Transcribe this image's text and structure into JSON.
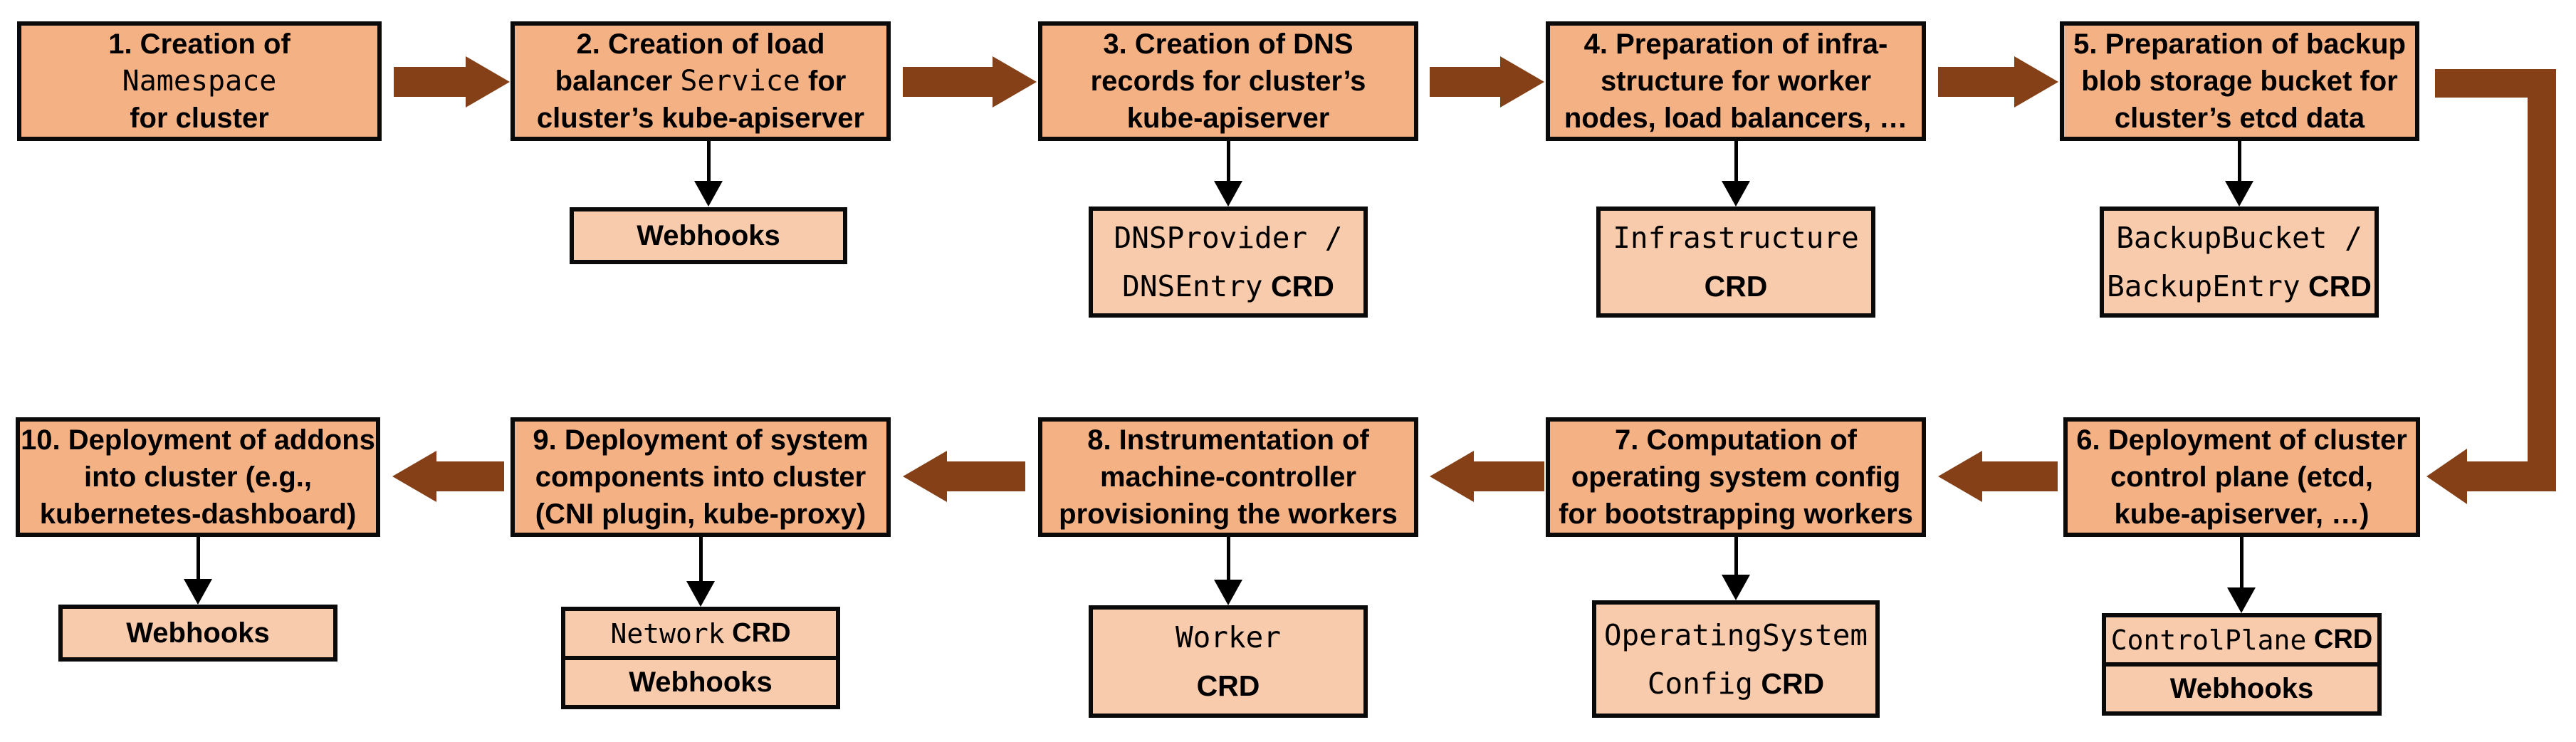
{
  "diagram": {
    "description": "Cluster creation flow in 10 steps with extension CRDs and webhooks",
    "colors": {
      "step_box_fill": "#F4B183",
      "sub_box_fill": "#F8CBAD",
      "border": "#0A0A0A",
      "flow_arrow": "#854018",
      "connector_arrow": "#000000"
    },
    "steps": [
      {
        "id": 1,
        "lines": [
          {
            "pre": "1. Creation of"
          },
          {
            "mono": "Namespace"
          },
          {
            "pre": "for cluster"
          }
        ],
        "sub": null
      },
      {
        "id": 2,
        "lines": [
          {
            "pre": "2. Creation of load"
          },
          {
            "pre": "balancer ",
            "mono": "Service",
            "post": " for"
          },
          {
            "pre": "cluster’s kube-apiserver"
          }
        ],
        "sub": {
          "type": "webhooks",
          "label": "Webhooks"
        }
      },
      {
        "id": 3,
        "lines": [
          {
            "pre": "3. Creation of DNS"
          },
          {
            "pre": "records for cluster’s"
          },
          {
            "pre": "kube-apiserver"
          }
        ],
        "sub": {
          "type": "crd",
          "rows": [
            {
              "mono": "DNSProvider /"
            },
            {
              "mono": "DNSEntry",
              "crd": " CRD"
            }
          ]
        }
      },
      {
        "id": 4,
        "lines": [
          {
            "pre": "4. Preparation of infra-"
          },
          {
            "pre": "structure for worker"
          },
          {
            "pre": "nodes, load balancers, …"
          }
        ],
        "sub": {
          "type": "crd",
          "rows": [
            {
              "mono": "Infrastructure"
            },
            {
              "crd": "CRD"
            }
          ]
        }
      },
      {
        "id": 5,
        "lines": [
          {
            "pre": "5. Preparation of backup"
          },
          {
            "pre": "blob storage bucket for"
          },
          {
            "pre": "cluster’s etcd data"
          }
        ],
        "sub": {
          "type": "crd",
          "rows": [
            {
              "mono": "BackupBucket /"
            },
            {
              "mono": "BackupEntry",
              "crd": " CRD"
            }
          ]
        }
      },
      {
        "id": 6,
        "lines": [
          {
            "pre": "6. Deployment of cluster"
          },
          {
            "pre": "control plane (etcd,"
          },
          {
            "pre": "kube-apiserver, …)"
          }
        ],
        "sub": {
          "type": "stack",
          "rows": [
            {
              "mono": "ControlPlane",
              "crd": " CRD"
            },
            {
              "label": "Webhooks"
            }
          ]
        }
      },
      {
        "id": 7,
        "lines": [
          {
            "pre": "7. Computation of"
          },
          {
            "pre": "operating system config"
          },
          {
            "pre": "for bootstrapping workers"
          }
        ],
        "sub": {
          "type": "crd",
          "rows": [
            {
              "mono": "OperatingSystem"
            },
            {
              "mono": "Config",
              "crd": " CRD"
            }
          ]
        }
      },
      {
        "id": 8,
        "lines": [
          {
            "pre": "8. Instrumentation of"
          },
          {
            "pre": "machine-controller"
          },
          {
            "pre": "provisioning the workers"
          }
        ],
        "sub": {
          "type": "crd",
          "rows": [
            {
              "mono": "Worker"
            },
            {
              "crd": "CRD"
            }
          ]
        }
      },
      {
        "id": 9,
        "lines": [
          {
            "pre": "9. Deployment of system"
          },
          {
            "pre": "components into cluster"
          },
          {
            "pre": "(CNI plugin, kube-proxy)"
          }
        ],
        "sub": {
          "type": "stack",
          "rows": [
            {
              "mono": "Network",
              "crd": " CRD"
            },
            {
              "label": "Webhooks"
            }
          ]
        }
      },
      {
        "id": 10,
        "lines": [
          {
            "pre": "10. Deployment of addons"
          },
          {
            "pre": "into cluster (e.g.,"
          },
          {
            "pre": "kubernetes-dashboard)"
          }
        ],
        "sub": {
          "type": "webhooks",
          "label": "Webhooks"
        }
      }
    ]
  }
}
